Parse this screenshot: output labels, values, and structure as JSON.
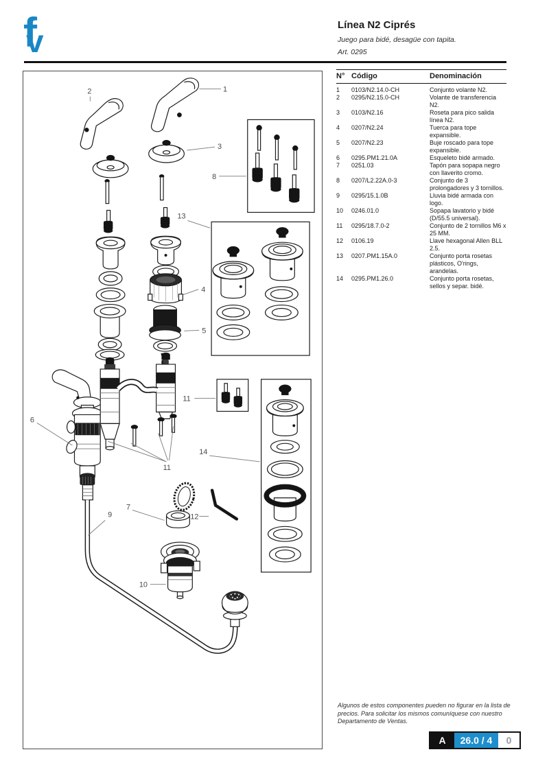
{
  "page": {
    "logo_f": "f",
    "logo_v": "v",
    "title": "Línea N2 Ciprés",
    "subtitle": "Juego para bidé, desagüe con tapita.",
    "article": "Art. 0295",
    "footer_note": "Algunos de estos componentes pueden no figurar en la lista de precios. Para solicitar los mismos comuníquese con nuestro Departamento de Ventas.",
    "page_badge": {
      "section": "A",
      "number": "26.0 / 4",
      "revision": "0"
    }
  },
  "colors": {
    "brand_blue": "#1a87c5",
    "badge_blue": "#1f8ecd",
    "badge_black": "#111111",
    "revision_gray": "#97999c"
  },
  "parts_table": {
    "headers": [
      "N°",
      "Código",
      "Denominación"
    ],
    "rows": [
      [
        "1",
        "0103/N2.14.0-CH",
        "Conjunto volante N2."
      ],
      [
        "2",
        "0295/N2.15.0-CH",
        "Volante de transferencia N2."
      ],
      [
        "3",
        "0103/N2.16",
        "Roseta para pico salida línea N2."
      ],
      [
        "4",
        "0207/N2.24",
        "Tuerca para tope expansible."
      ],
      [
        "5",
        "0207/N2.23",
        "Buje roscado para tope expansible."
      ],
      [
        "6",
        "0295.PM1.21.0A",
        "Esqueleto bidé armado."
      ],
      [
        "7",
        "0251.03",
        "Tapón para sopapa negro con llaverito cromo."
      ],
      [
        "8",
        "0207/L2.22A.0-3",
        "Conjunto de 3 prolongadores y 3 tornillos."
      ],
      [
        "9",
        "0295/15.1.0B",
        "Lluvia bidé armada con logo."
      ],
      [
        "10",
        "0246.01.0",
        "Sopapa lavatorio y bidé (D/55.5 universal)."
      ],
      [
        "11",
        "0295/18.7.0-2",
        "Conjunto de 2 tornillos M6 x 25 MM."
      ],
      [
        "12",
        "0106.19",
        "Llave hexagonal Allen BLL 2.5."
      ],
      [
        "13",
        "0207.PM1.15A.0",
        "Conjunto porta rosetas plásticos, O'rings, arandelas."
      ],
      [
        "14",
        "0295.PM1.26.0",
        "Conjunto porta rosetas, sellos y separ. bidé."
      ]
    ]
  },
  "diagram": {
    "callouts": {
      "c1": "1",
      "c2": "2",
      "c3": "3",
      "c4": "4",
      "c5": "5",
      "c6": "6",
      "c7": "7",
      "c8": "8",
      "c9": "9",
      "c10": "10",
      "c11": "11",
      "c11b": "11",
      "c12": "12",
      "c13": "13",
      "c14": "14"
    }
  }
}
